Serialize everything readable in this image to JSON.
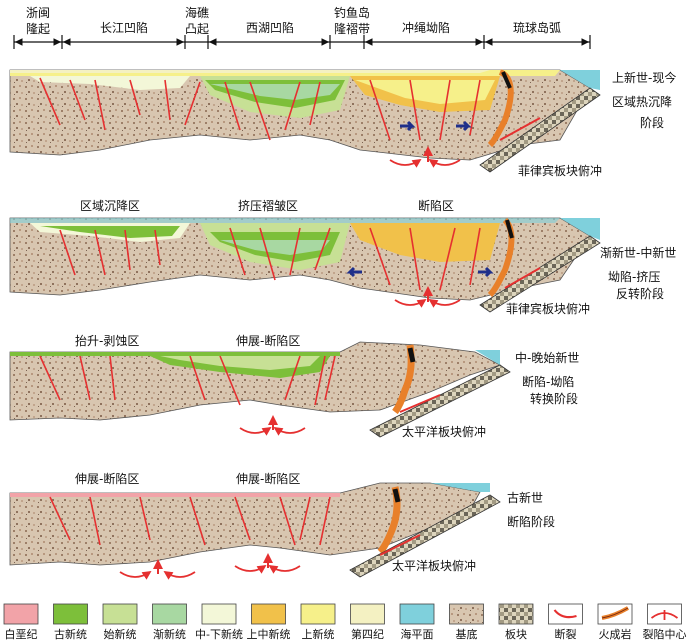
{
  "header": {
    "zones": [
      "浙闽",
      "隆起",
      "长江凹陷",
      "海礁",
      "凸起",
      "西湖凹陷",
      "钓鱼岛",
      "隆褶带",
      "冲绳坳陷",
      "琉球岛弧"
    ]
  },
  "sections": [
    {
      "region_labels": [],
      "stage": [
        "上新世-现今",
        "区域热沉降",
        "阶段"
      ],
      "subduction": "菲律宾板块俯冲"
    },
    {
      "region_labels": [
        "区域沉降区",
        "挤压褶皱区",
        "断陷区"
      ],
      "stage": [
        "渐新世-中新世",
        "坳陷-挤压",
        "反转阶段"
      ],
      "subduction": "菲律宾板块俯冲"
    },
    {
      "region_labels": [
        "抬升-剥蚀区",
        "伸展-断陷区"
      ],
      "stage": [
        "中-晚始新世",
        "断陷-坳陷",
        "转换阶段"
      ],
      "subduction": "太平洋板块俯冲"
    },
    {
      "region_labels": [
        "伸展-断陷区",
        "伸展-断陷区"
      ],
      "stage": [
        "古新世",
        "断陷阶段"
      ],
      "subduction": "太平洋板块俯冲"
    }
  ],
  "legend": [
    {
      "label": "白垩纪",
      "color": "#f2a3a8"
    },
    {
      "label": "古新统",
      "color": "#7dbf3a"
    },
    {
      "label": "始新统",
      "color": "#c7e095"
    },
    {
      "label": "渐新统",
      "color": "#a8d8a2"
    },
    {
      "label": "中-下新统",
      "color": "#f3f7d8"
    },
    {
      "label": "上中新统",
      "color": "#f1c14a"
    },
    {
      "label": "上新统",
      "color": "#f6f08a"
    },
    {
      "label": "第四纪",
      "color": "#f4f1c2"
    },
    {
      "label": "海平面",
      "color": "#7fd0dc"
    },
    {
      "label": "基底",
      "color": "#d6c3ad"
    },
    {
      "label": "板块",
      "color": "#d8d0b8"
    },
    {
      "label": "断裂",
      "color": "#e53030"
    },
    {
      "label": "火成岩",
      "color": "#e8802a"
    },
    {
      "label": "裂陷中心",
      "color": "#e53030"
    }
  ]
}
